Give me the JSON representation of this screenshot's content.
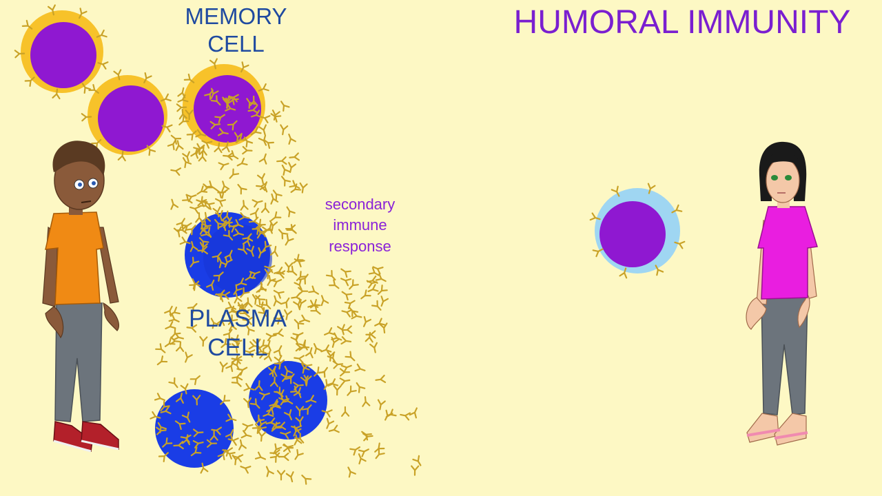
{
  "title": "HUMORAL IMMUNITY",
  "labels": {
    "memory_cell": [
      "MEMORY",
      "CELL"
    ],
    "plasma_cell": [
      "PLASMA",
      "CELL"
    ],
    "secondary_response": [
      "secondary",
      "immune",
      "response"
    ]
  },
  "colors": {
    "background": "#fdf8c4",
    "title": "#7a1fd0",
    "cell_label": "#1f4aa0",
    "secondary_label": "#8a22d8",
    "memory_cell_outer": "#f7c22a",
    "memory_cell_inner": "#8f18d1",
    "plasma_cell": "#1a3de6",
    "b_cell_outer": "#9fd6f2",
    "antibody": "#c9a227",
    "boy_shirt": "#f08a14",
    "girl_shirt": "#e91ee0"
  },
  "characters": [
    {
      "name": "boy",
      "shirt": "orange"
    },
    {
      "name": "girl",
      "shirt": "magenta"
    }
  ]
}
